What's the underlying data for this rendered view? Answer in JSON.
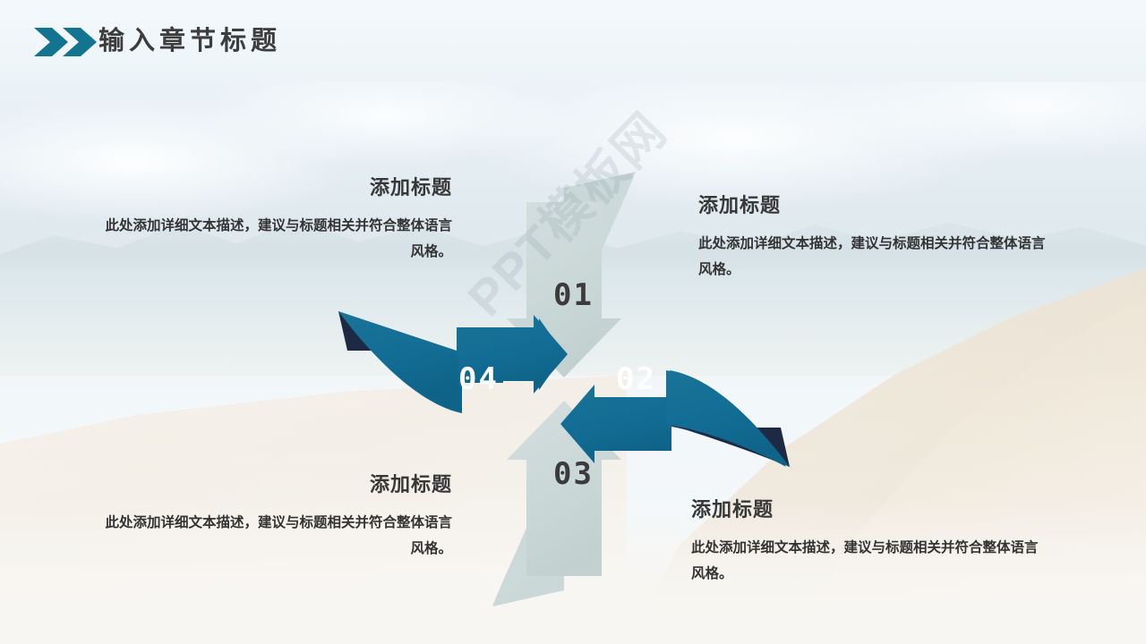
{
  "header": {
    "title": "输入章节标题",
    "chevron_icon": "double-chevron-right-icon",
    "accent_color": "#127491",
    "title_color": "#3d3d3d"
  },
  "watermark": {
    "text": "PPT模板网"
  },
  "diagram": {
    "type": "pinwheel-four-arrows",
    "colors": {
      "teal": "#126d95",
      "teal_dark": "#0f5f83",
      "light": "#cdd9d9",
      "light_dark": "#bfcecd",
      "navy_tail": "#1e2a44"
    },
    "arrows": [
      {
        "id": "01",
        "number": "01",
        "direction": "down",
        "style": "light",
        "tail": "up-right"
      },
      {
        "id": "02",
        "number": "02",
        "direction": "left",
        "style": "teal",
        "tail": "down-right"
      },
      {
        "id": "03",
        "number": "03",
        "direction": "up",
        "style": "light",
        "tail": "down-left"
      },
      {
        "id": "04",
        "number": "04",
        "direction": "right",
        "style": "teal",
        "tail": "up-left"
      }
    ]
  },
  "blocks": [
    {
      "position": "top-left",
      "title": "添加标题",
      "body": "此处添加详细文本描述，建议与标题相关并符合整体语言风格。"
    },
    {
      "position": "top-right",
      "title": "添加标题",
      "body": "此处添加详细文本描述，建议与标题相关并符合整体语言风格。"
    },
    {
      "position": "bottom-left",
      "title": "添加标题",
      "body": "此处添加详细文本描述，建议与标题相关并符合整体语言风格。"
    },
    {
      "position": "bottom-right",
      "title": "添加标题",
      "body": "此处添加详细文本描述，建议与标题相关并符合整体语言风格。"
    }
  ]
}
